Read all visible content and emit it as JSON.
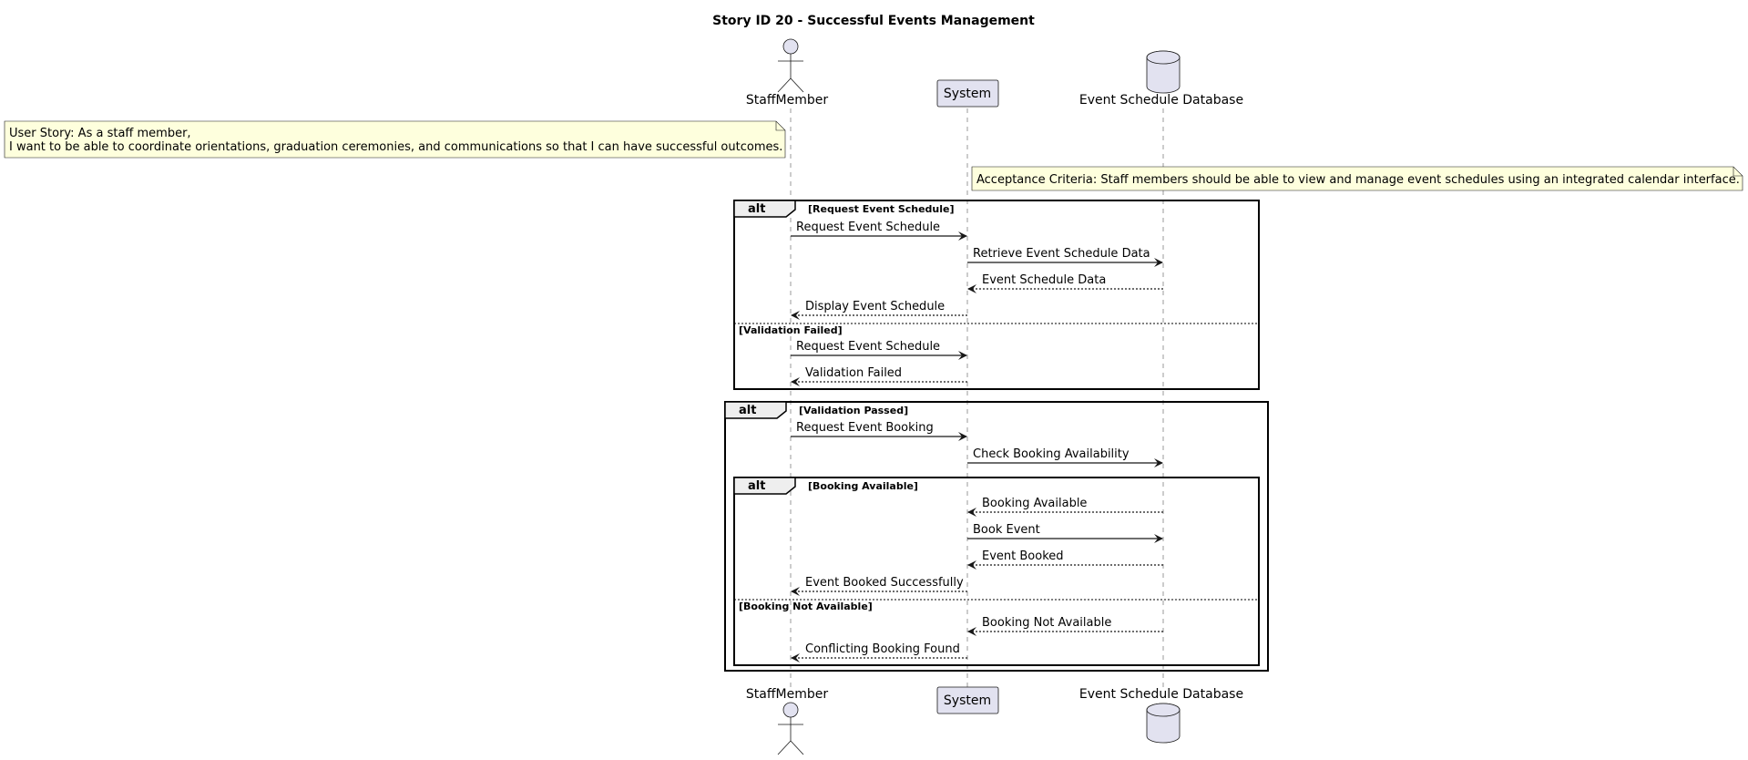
{
  "title": "Story ID 20 - Successful Events Management",
  "participants": {
    "staff": {
      "name": "StaffMember",
      "kind": "actor"
    },
    "system": {
      "name": "System",
      "kind": "participant"
    },
    "db": {
      "name": "Event Schedule Database",
      "kind": "database"
    }
  },
  "notes": {
    "user_story": {
      "line1": "User Story: As a staff member,",
      "line2": "I want to be able to coordinate orientations, graduation ceremonies, and communications so that I can have successful outcomes."
    },
    "acceptance": "Acceptance Criteria: Staff members should be able to view and manage event schedules using an integrated calendar interface."
  },
  "fragments": {
    "alt1": {
      "label": "alt",
      "guard1": "[Request Event Schedule]",
      "guard2": "[Validation Failed]"
    },
    "alt2": {
      "label": "alt",
      "guard1": "[Validation Passed]"
    },
    "alt3": {
      "label": "alt",
      "guard1": "[Booking Available]",
      "guard2": "[Booking Not Available]"
    }
  },
  "messages": [
    {
      "from": "staff",
      "to": "system",
      "type": "sync",
      "label": "Request Event Schedule"
    },
    {
      "from": "system",
      "to": "db",
      "type": "sync",
      "label": "Retrieve Event Schedule Data"
    },
    {
      "from": "db",
      "to": "system",
      "type": "return",
      "label": "Event Schedule Data"
    },
    {
      "from": "system",
      "to": "staff",
      "type": "return",
      "label": "Display Event Schedule"
    },
    {
      "from": "staff",
      "to": "system",
      "type": "sync",
      "label": "Request Event Schedule"
    },
    {
      "from": "system",
      "to": "staff",
      "type": "return",
      "label": "Validation Failed"
    },
    {
      "from": "staff",
      "to": "system",
      "type": "sync",
      "label": "Request Event Booking"
    },
    {
      "from": "system",
      "to": "db",
      "type": "sync",
      "label": "Check Booking Availability"
    },
    {
      "from": "db",
      "to": "system",
      "type": "return",
      "label": "Booking Available"
    },
    {
      "from": "system",
      "to": "db",
      "type": "sync",
      "label": "Book Event"
    },
    {
      "from": "db",
      "to": "system",
      "type": "return",
      "label": "Event Booked"
    },
    {
      "from": "system",
      "to": "staff",
      "type": "return",
      "label": "Event Booked Successfully"
    },
    {
      "from": "db",
      "to": "system",
      "type": "return",
      "label": "Booking Not Available"
    },
    {
      "from": "system",
      "to": "staff",
      "type": "return",
      "label": "Conflicting Booking Found"
    }
  ]
}
